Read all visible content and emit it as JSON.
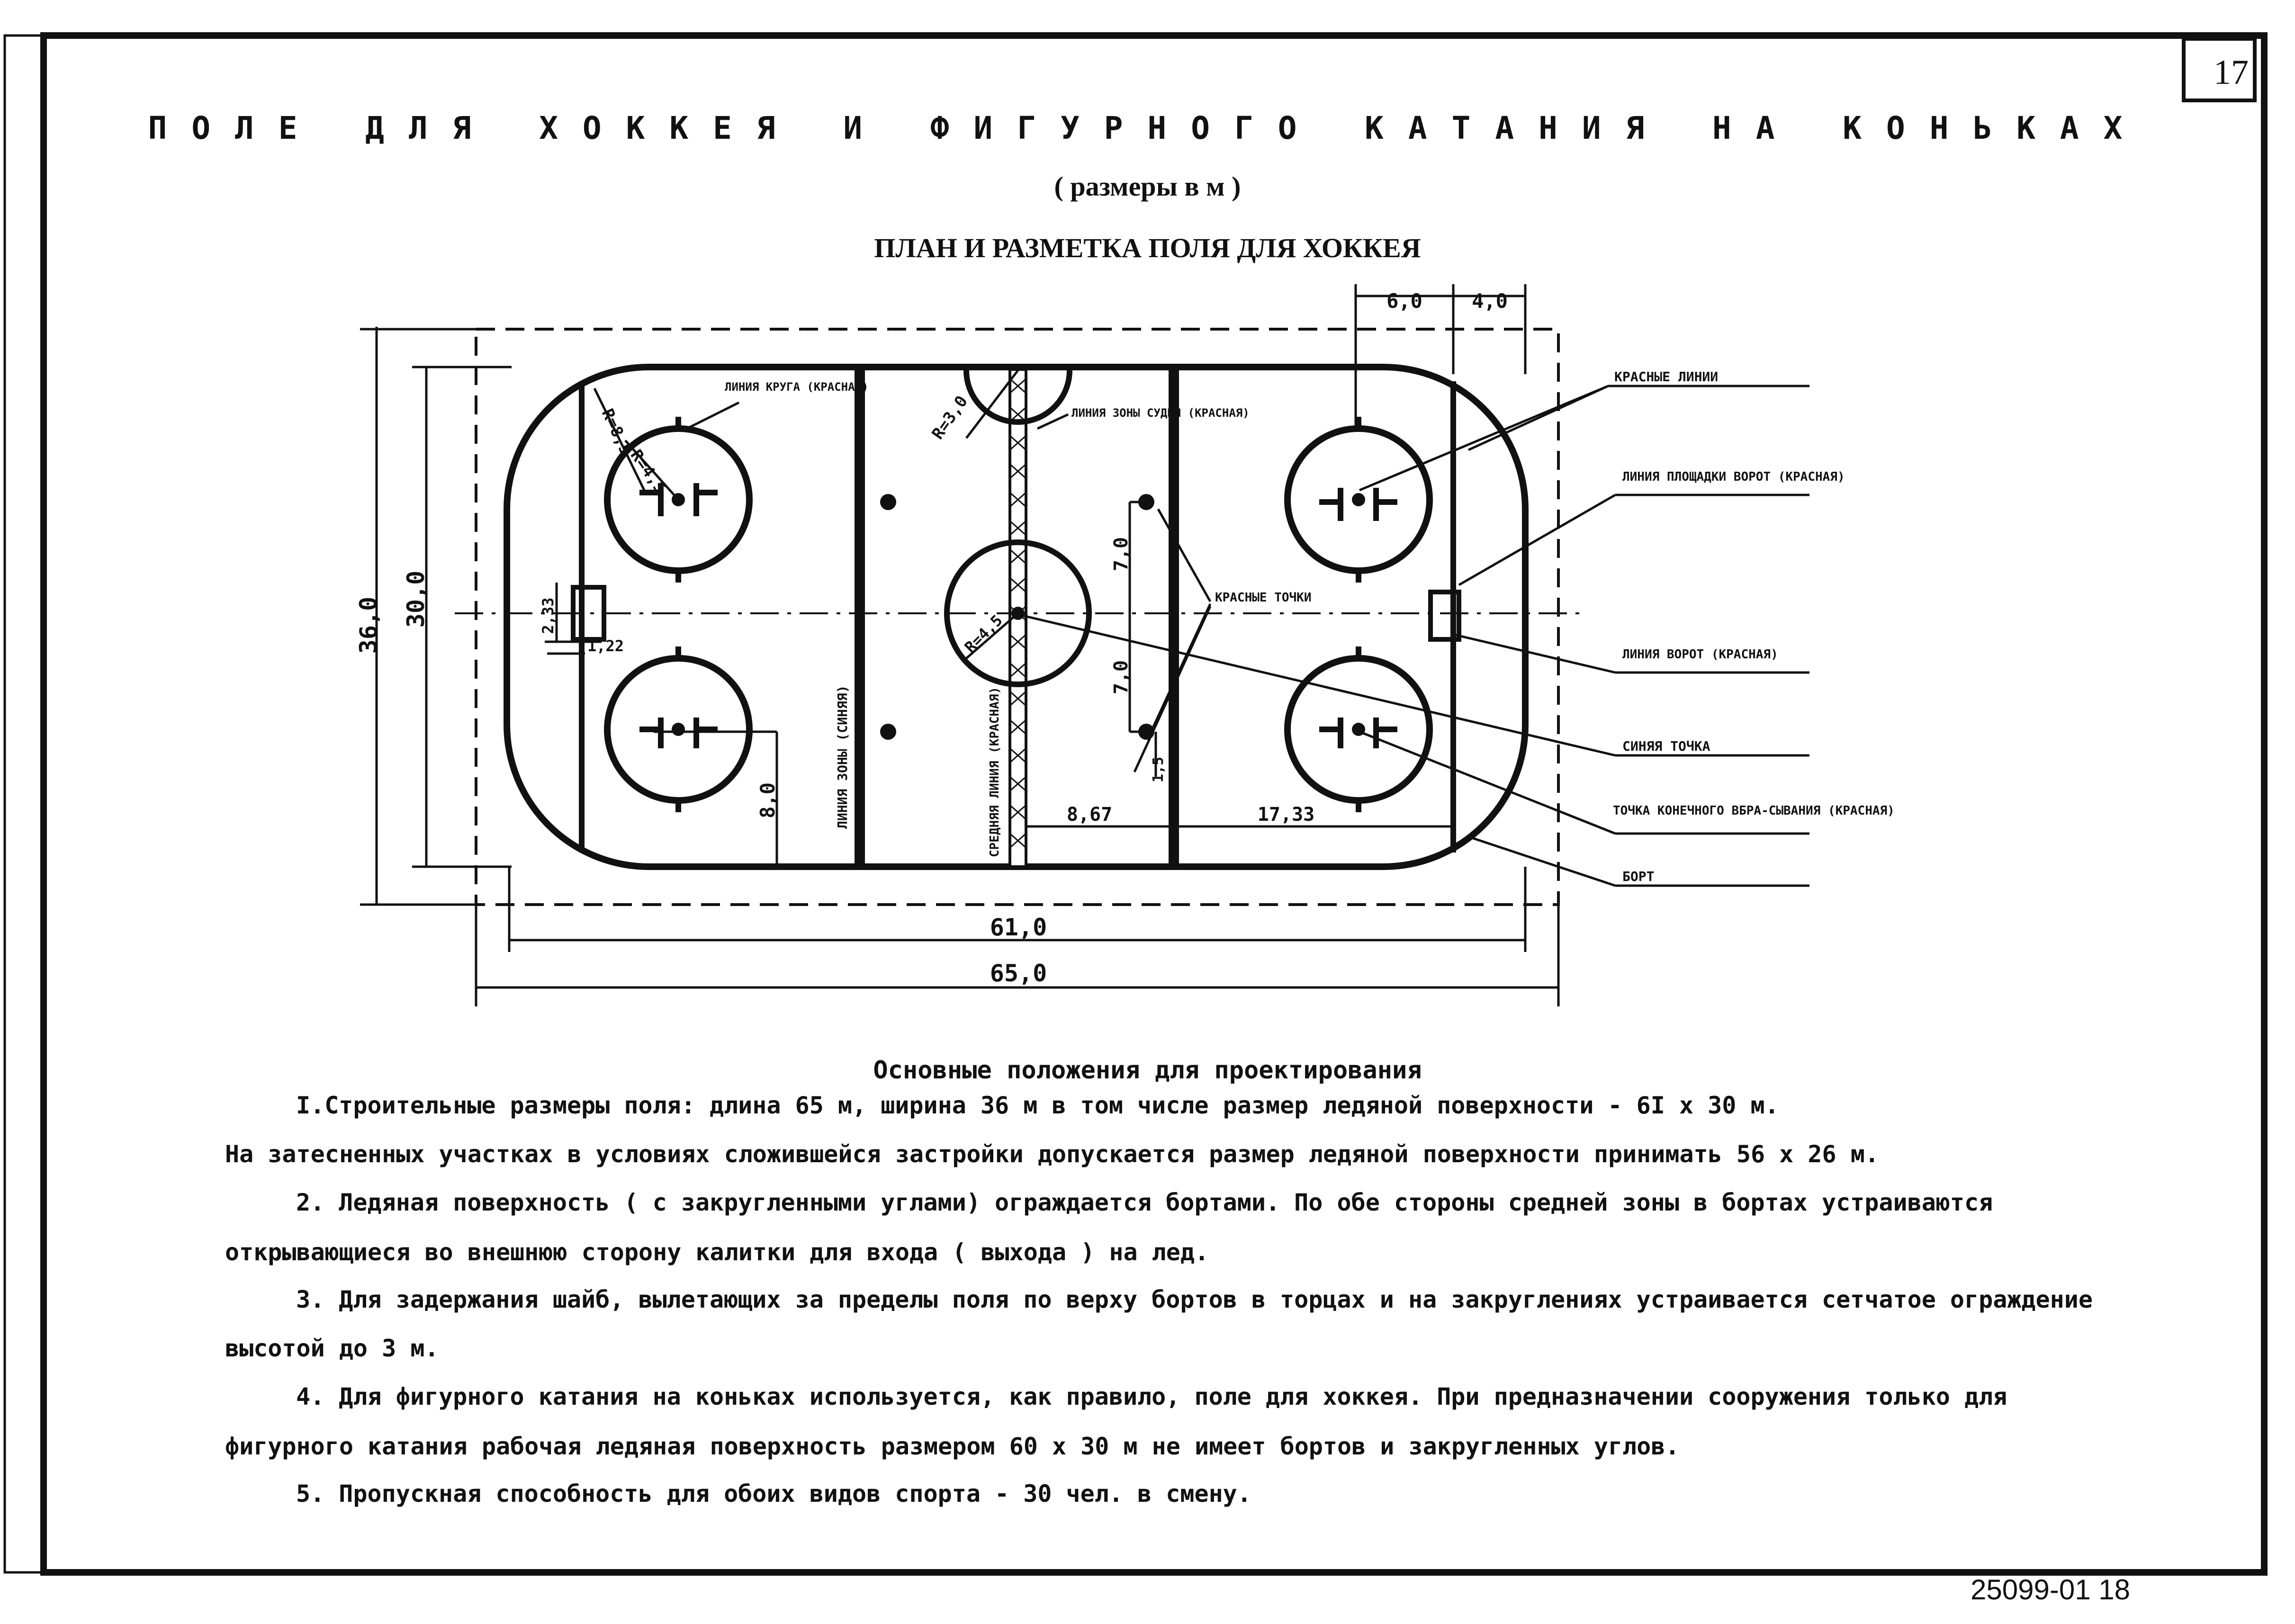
{
  "sheet": {
    "page_number": "17",
    "title": "ПОЛЕ ДЛЯ ХОККЕЯ И ФИГУРНОГО КАТАНИЯ НА КОНЬКАХ",
    "subtitle": "( размеры в м )",
    "plan_title": "ПЛАН И РАЗМЕТКА ПОЛЯ ДЛЯ ХОККЕЯ",
    "document_number": "25099-01 18"
  },
  "drawing": {
    "dimensions": {
      "outer_width": "36,0",
      "ice_width": "30,0",
      "ice_length": "61,0",
      "outer_length": "65,0",
      "right_top_a": "6,0",
      "right_top_b": "4,0",
      "corner_radius": "R=8,5",
      "circle_radius": "R=4,5",
      "referee_radius": "R=3,0",
      "center_radius": "R=4,5",
      "goal_width": "2,33",
      "goal_depth": "1,22",
      "spot_offset_a": "7,0",
      "spot_offset_b": "7,0",
      "spot_from_line": "1,5",
      "faceoff_offset": "8,0",
      "dist_center_blue": "8,67",
      "dist_blue_goal": "17,33"
    },
    "labels": {
      "faceoff_circle_line": "ЛИНИЯ КРУГА (КРАСНАЯ)",
      "referee_zone": "ЛИНИЯ ЗОНЫ СУДЬИ (КРАСНАЯ)",
      "zone_line": "ЛИНИЯ ЗОНЫ (СИНЯЯ)",
      "center_line": "СРЕДНЯЯ ЛИНИЯ (КРАСНАЯ)",
      "red_spots": "КРАСНЫЕ ТОЧКИ"
    },
    "legend": [
      {
        "text": "КРАСНЫЕ ЛИНИИ"
      },
      {
        "text": "ЛИНИЯ ПЛОЩАДКИ ВОРОТ (КРАСНАЯ)"
      },
      {
        "text": "ЛИНИЯ ВОРОТ (КРАСНАЯ)"
      },
      {
        "text": "СИНЯЯ ТОЧКА"
      },
      {
        "text": "ТОЧКА КОНЕЧНОГО ВБРА-СЫВАНИЯ (КРАСНАЯ)"
      },
      {
        "text": "БОРТ"
      }
    ]
  },
  "notes": {
    "heading": "Основные положения для проектирования",
    "lines": [
      "I.Строительные размеры поля: длина 65 м, ширина 36 м в том числе размер ледяной поверхности - 6I x 30 м.",
      "На затесненных участках в условиях сложившейся застройки допускается размер ледяной поверхности принимать 56 x 26 м.",
      "2. Ледяная поверхность ( с закругленными углами) ограждается бортами. По обе стороны средней зоны в бортах устраиваются",
      "открывающиеся во внешнюю сторону калитки для входа ( выхода ) на лед.",
      "3. Для задержания шайб, вылетающих за пределы поля по верху бортов в торцах и на закруглениях устраивается сетчатое ограждение",
      "высотой до 3 м.",
      "4. Для фигурного катания на коньках используется, как правило, поле для хоккея. При предназначении сооружения только для",
      "фигурного катания рабочая ледяная поверхность размером 60 x 30 м не имеет бортов и закругленных углов.",
      "5. Пропускная способность для обоих видов спорта - 30 чел. в смену."
    ]
  }
}
